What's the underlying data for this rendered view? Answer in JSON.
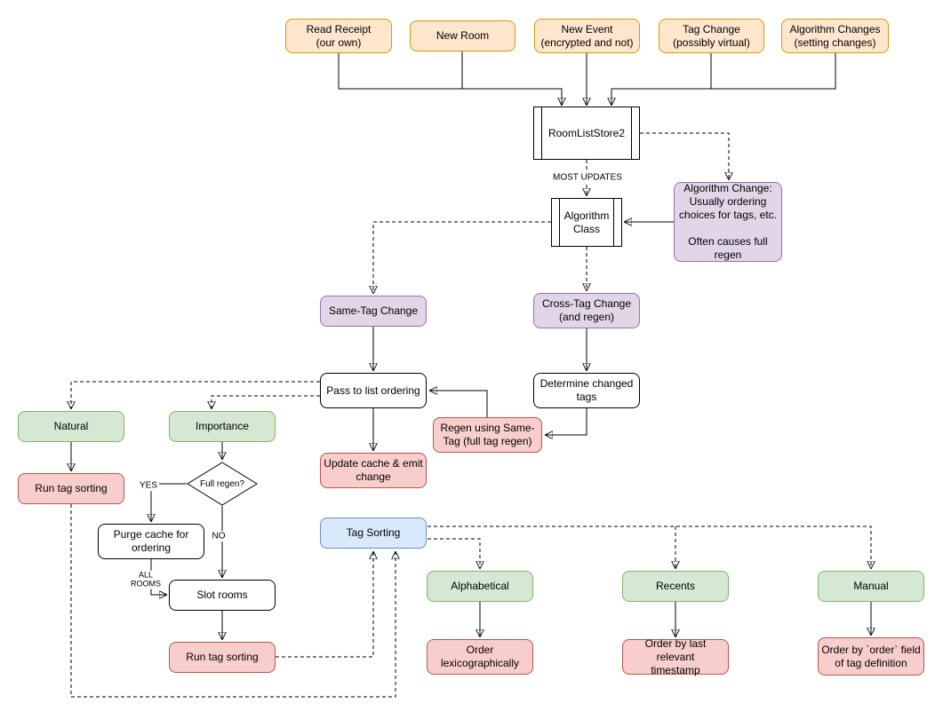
{
  "diagram": {
    "background": "#FFFFFF",
    "nodes": {
      "read_receipt": {
        "label": "Read Receipt\n(our own)"
      },
      "new_room": {
        "label": "New Room"
      },
      "new_event": {
        "label": "New Event\n(encrypted and not)"
      },
      "tag_change": {
        "label": "Tag Change\n(possibly virtual)"
      },
      "algorithm_changes": {
        "label": "Algorithm Changes\n(setting changes)"
      },
      "room_list_store": {
        "label": "RoomListStore2"
      },
      "algorithm_class": {
        "label": "Algorithm\nClass"
      },
      "algorithm_change_note": {
        "label": "Algorithm Change:\nUsually ordering\nchoices for tags, etc.\n\nOften causes full\nregen"
      },
      "same_tag_change": {
        "label": "Same-Tag Change"
      },
      "cross_tag_change": {
        "label": "Cross-Tag Change\n(and regen)"
      },
      "pass_to_list_ordering": {
        "label": "Pass to list ordering"
      },
      "determine_changed_tags": {
        "label": "Determine changed\ntags"
      },
      "regen_same_tag": {
        "label": "Regen using Same-\nTag (full tag regen)"
      },
      "update_cache": {
        "label": "Update cache & emit\nchange"
      },
      "natural": {
        "label": "Natural"
      },
      "importance": {
        "label": "Importance"
      },
      "run_tag_sorting_left": {
        "label": "Run tag sorting"
      },
      "full_regen": {
        "label": "Full regen?"
      },
      "purge_cache": {
        "label": "Purge cache for\nordering"
      },
      "slot_rooms": {
        "label": "Slot rooms"
      },
      "run_tag_sorting_bottom": {
        "label": "Run tag sorting"
      },
      "tag_sorting": {
        "label": "Tag Sorting"
      },
      "alphabetical": {
        "label": "Alphabetical"
      },
      "recents": {
        "label": "Recents"
      },
      "manual": {
        "label": "Manual"
      },
      "order_lexicographically": {
        "label": "Order\nlexicographically"
      },
      "order_by_timestamp": {
        "label": "Order by last relevant\ntimestamp"
      },
      "order_by_order_field": {
        "label": "Order by `order` field\nof tag definition"
      }
    },
    "edge_labels": {
      "most_updates": "MOST UPDATES",
      "yes": "YES",
      "no": "NO",
      "all_rooms": "ALL\nROOMS"
    },
    "edges": [
      {
        "from": "read_receipt",
        "to": "room_list_store",
        "style": "solid"
      },
      {
        "from": "new_room",
        "to": "room_list_store",
        "style": "solid"
      },
      {
        "from": "new_event",
        "to": "room_list_store",
        "style": "solid"
      },
      {
        "from": "tag_change",
        "to": "room_list_store",
        "style": "solid"
      },
      {
        "from": "algorithm_changes",
        "to": "room_list_store",
        "style": "solid"
      },
      {
        "from": "room_list_store",
        "to": "algorithm_class",
        "style": "dashed",
        "label": "MOST UPDATES"
      },
      {
        "from": "room_list_store",
        "to": "algorithm_change_note",
        "style": "dashed"
      },
      {
        "from": "algorithm_change_note",
        "to": "algorithm_class",
        "style": "solid"
      },
      {
        "from": "algorithm_class",
        "to": "same_tag_change",
        "style": "dashed"
      },
      {
        "from": "algorithm_class",
        "to": "cross_tag_change",
        "style": "dashed"
      },
      {
        "from": "same_tag_change",
        "to": "pass_to_list_ordering",
        "style": "solid"
      },
      {
        "from": "cross_tag_change",
        "to": "determine_changed_tags",
        "style": "solid"
      },
      {
        "from": "determine_changed_tags",
        "to": "regen_same_tag",
        "style": "solid"
      },
      {
        "from": "regen_same_tag",
        "to": "pass_to_list_ordering",
        "style": "solid"
      },
      {
        "from": "pass_to_list_ordering",
        "to": "update_cache",
        "style": "solid"
      },
      {
        "from": "pass_to_list_ordering",
        "to": "natural",
        "style": "dashed"
      },
      {
        "from": "pass_to_list_ordering",
        "to": "importance",
        "style": "dashed"
      },
      {
        "from": "natural",
        "to": "run_tag_sorting_left",
        "style": "solid"
      },
      {
        "from": "importance",
        "to": "full_regen",
        "style": "solid"
      },
      {
        "from": "full_regen",
        "to": "purge_cache",
        "style": "solid",
        "label": "YES"
      },
      {
        "from": "full_regen",
        "to": "slot_rooms",
        "style": "solid",
        "label": "NO"
      },
      {
        "from": "purge_cache",
        "to": "slot_rooms",
        "style": "solid",
        "label": "ALL ROOMS"
      },
      {
        "from": "slot_rooms",
        "to": "run_tag_sorting_bottom",
        "style": "solid"
      },
      {
        "from": "run_tag_sorting_bottom",
        "to": "tag_sorting",
        "style": "dashed"
      },
      {
        "from": "run_tag_sorting_left",
        "to": "tag_sorting",
        "style": "dashed"
      },
      {
        "from": "tag_sorting",
        "to": "alphabetical",
        "style": "dashed"
      },
      {
        "from": "tag_sorting",
        "to": "recents",
        "style": "dashed"
      },
      {
        "from": "tag_sorting",
        "to": "manual",
        "style": "dashed"
      },
      {
        "from": "alphabetical",
        "to": "order_lexicographically",
        "style": "solid"
      },
      {
        "from": "recents",
        "to": "order_by_timestamp",
        "style": "solid"
      },
      {
        "from": "manual",
        "to": "order_by_order_field",
        "style": "solid"
      }
    ],
    "colors": {
      "orange_fill": "#FFE6CC",
      "orange_stroke": "#D79B00",
      "purple_fill": "#E1D5E7",
      "purple_stroke": "#9673A6",
      "green_fill": "#D5E8D4",
      "green_stroke": "#82B366",
      "red_fill": "#F8CECC",
      "red_stroke": "#B85450",
      "blue_fill": "#DAE8FC",
      "blue_stroke": "#6C8EBF",
      "white_fill": "#FFFFFF",
      "line_stroke": "#000000"
    }
  }
}
